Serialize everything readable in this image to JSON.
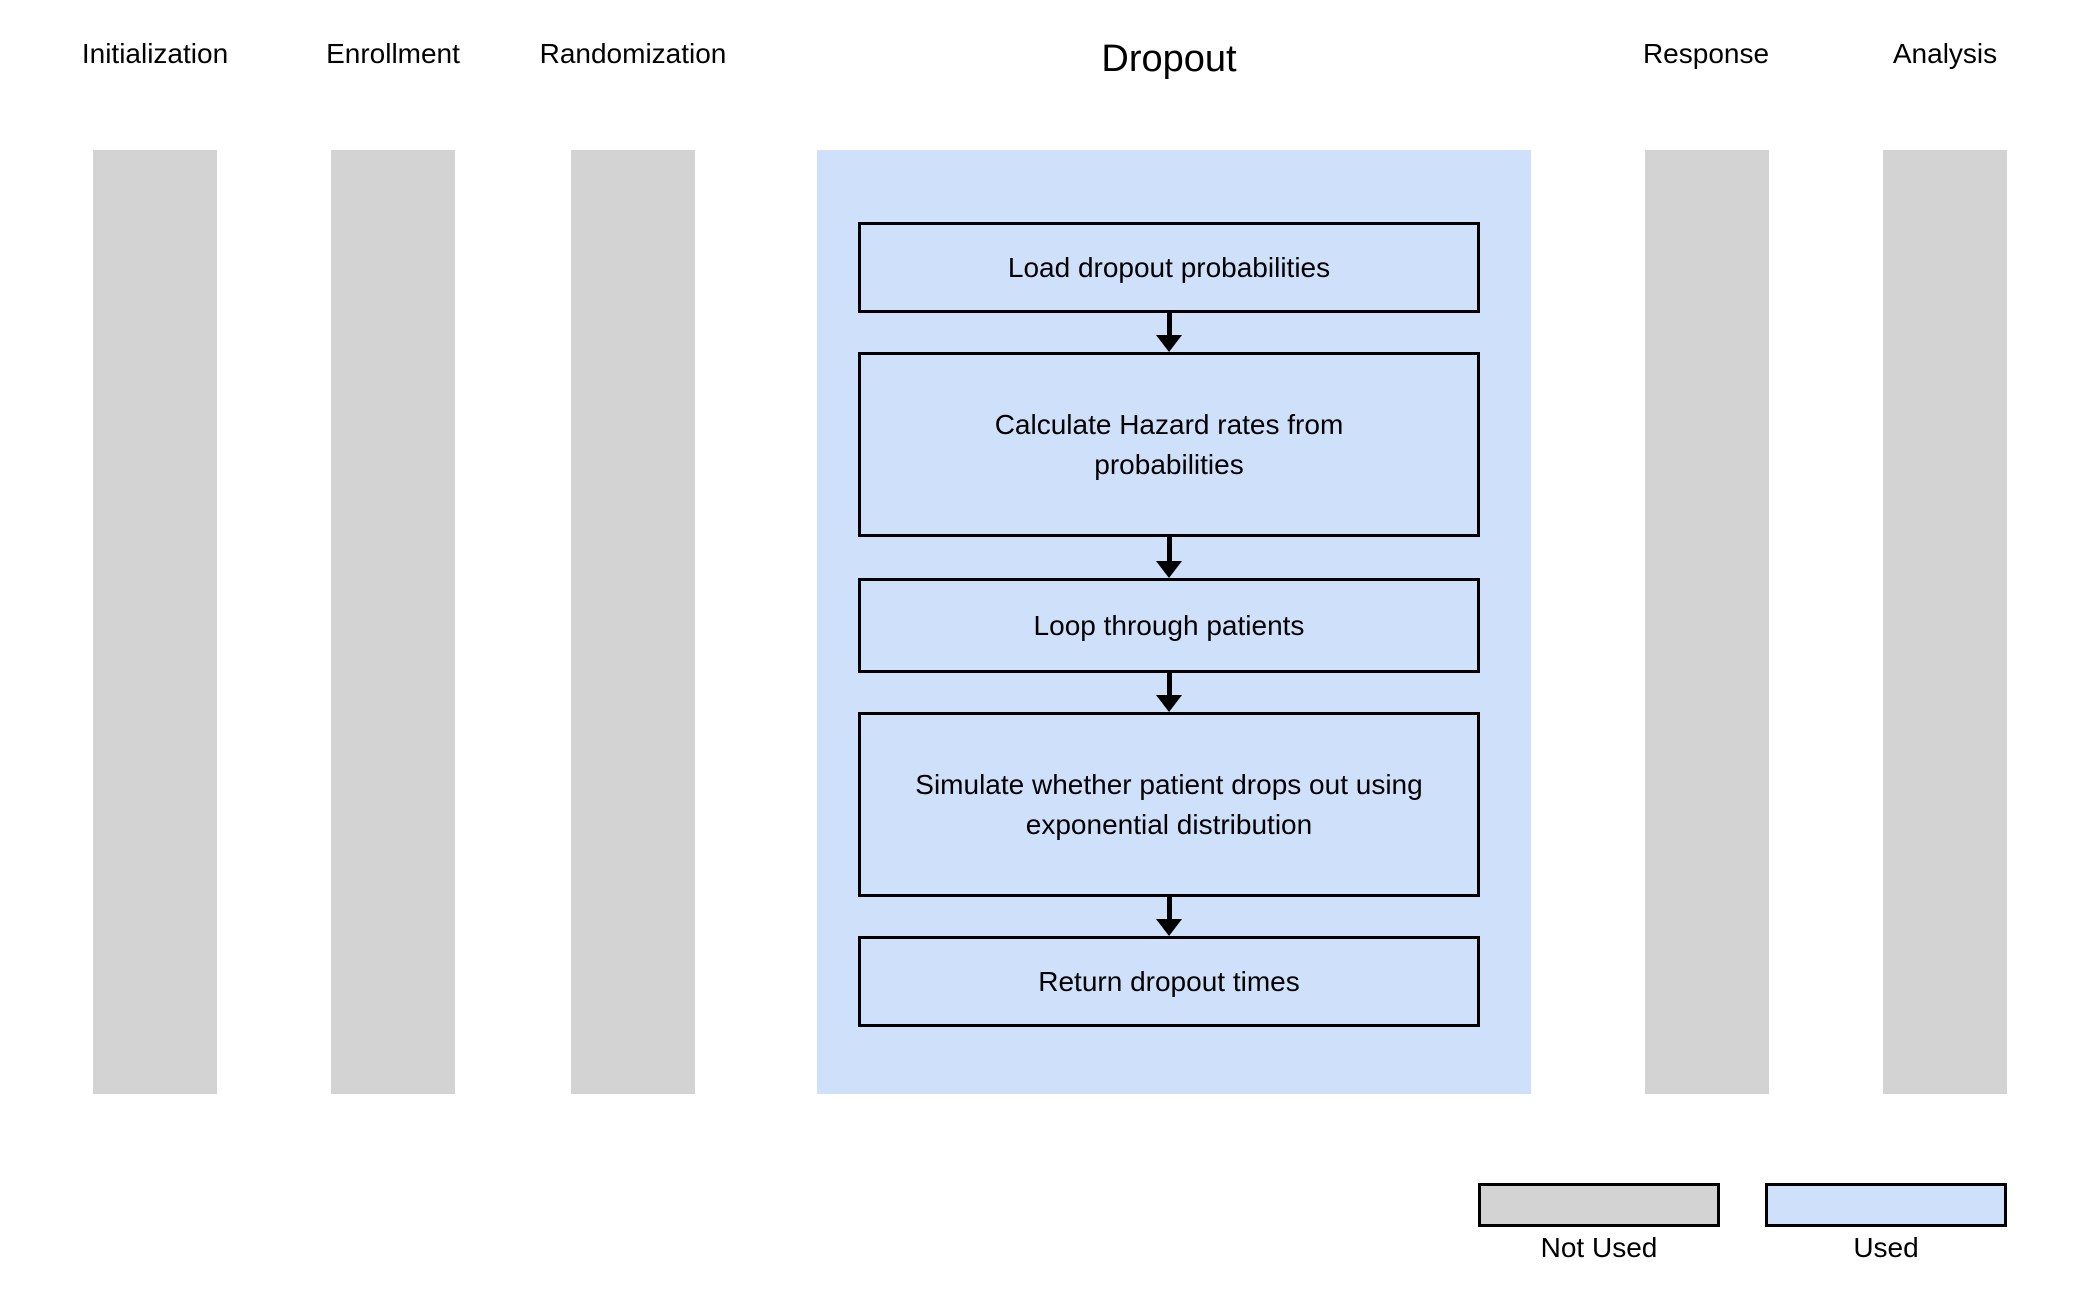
{
  "stages": [
    {
      "label": "Initialization",
      "used": false
    },
    {
      "label": "Enrollment",
      "used": false
    },
    {
      "label": "Randomization",
      "used": false
    },
    {
      "label": "Dropout",
      "used": true
    },
    {
      "label": "Response",
      "used": false
    },
    {
      "label": "Analysis",
      "used": false
    }
  ],
  "dropout_flow": {
    "steps": [
      {
        "lines": [
          "Load dropout probabilities"
        ]
      },
      {
        "lines": [
          "Calculate Hazard rates from",
          "probabilities"
        ]
      },
      {
        "lines": [
          "Loop through patients"
        ]
      },
      {
        "lines": [
          "Simulate whether patient drops out using",
          "exponential distribution"
        ]
      },
      {
        "lines": [
          "Return dropout times"
        ]
      }
    ]
  },
  "legend": {
    "items": [
      {
        "label": "Not Used",
        "color": "#d3d3d3"
      },
      {
        "label": "Used",
        "color": "#cfe0fa"
      }
    ]
  },
  "colors": {
    "used_fill": "#cfe0fa",
    "not_used_fill": "#d3d3d3",
    "outline": "#000000",
    "text": "#000000",
    "background": "#ffffff"
  }
}
